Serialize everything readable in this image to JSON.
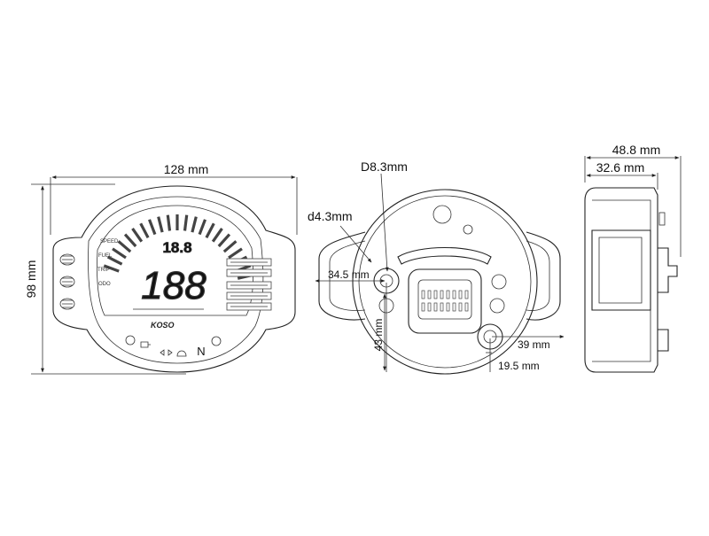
{
  "front_view": {
    "width_label": "128 mm",
    "height_label": "98 mm",
    "speed_digits": "188",
    "small_digits": "18.8",
    "brand": "KOSO",
    "neutral_label": "N",
    "scale_labels": [
      "SPEED",
      "FUEL",
      "TRIP",
      "ODO"
    ]
  },
  "rear_view": {
    "hole_label": "D8.3mm",
    "screw_label": "d4.3mm",
    "offset_x_label": "34.5 mm",
    "offset_y_label": "43 mm",
    "mount_x_label": "39 mm",
    "mount_y_label": "19.5 mm"
  },
  "side_view": {
    "depth_label": "48.8 mm",
    "body_label": "32.6 mm"
  }
}
